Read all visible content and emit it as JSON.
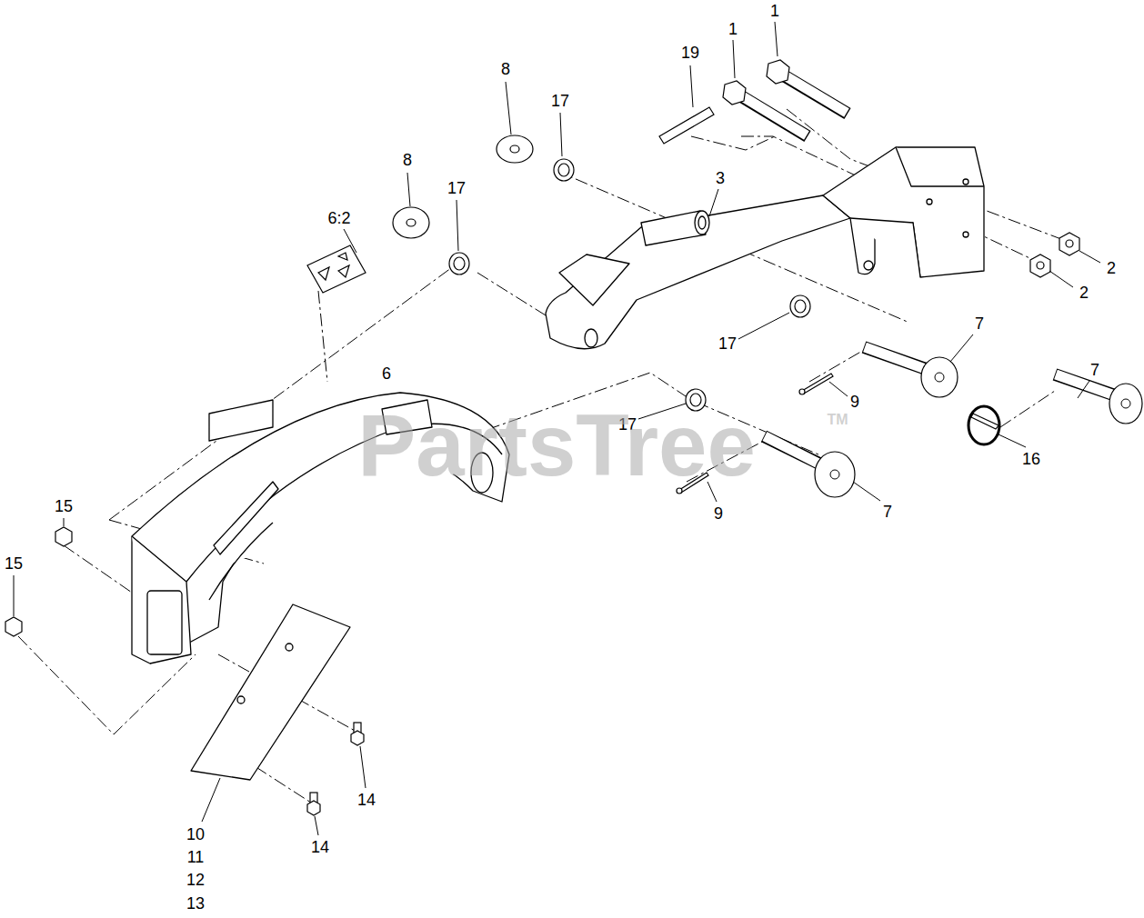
{
  "diagram": {
    "labels": [
      "1",
      "1",
      "19",
      "8",
      "17",
      "3",
      "8",
      "17",
      "6:2",
      "6",
      "2",
      "2",
      "7",
      "17",
      "9",
      "7",
      "16",
      "17",
      "9",
      "7",
      "15",
      "15",
      "14",
      "14",
      "10",
      "11",
      "12",
      "13",
      "PartsTree",
      "TM"
    ]
  }
}
